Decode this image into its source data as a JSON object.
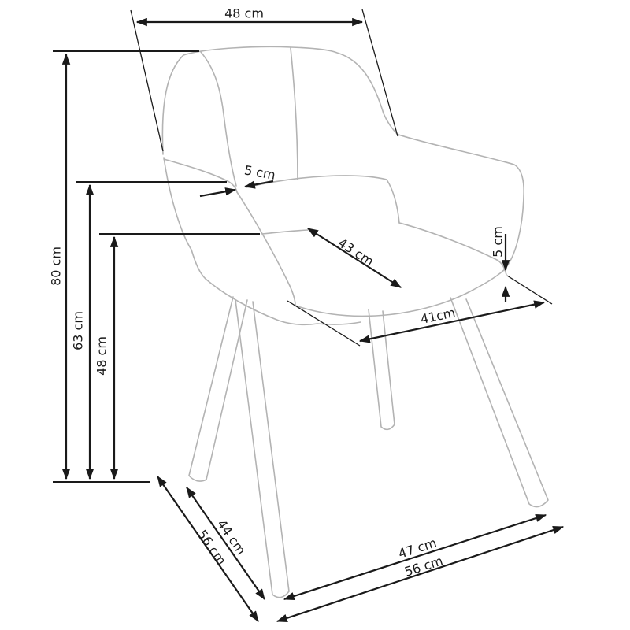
{
  "figure": {
    "kind": "armchair dimension diagram",
    "unit": "cm"
  },
  "colors": {
    "background": "#ffffff",
    "chair_outline": "#b3b3b3",
    "dimension_lines": "#1a1a1a"
  },
  "dimensions": {
    "backrest_width": {
      "label": "48 cm",
      "value": 48
    },
    "total_height": {
      "label": "80 cm",
      "value": 80
    },
    "armrest_height": {
      "label": "63 cm",
      "value": 63
    },
    "seat_height": {
      "label": "48 cm",
      "value": 48
    },
    "armrest_thickness": {
      "label": "5 cm",
      "value": 5
    },
    "seat_depth": {
      "label": "43 cm",
      "value": 43
    },
    "cushion_thickness": {
      "label": "5 cm",
      "value": 5
    },
    "seat_front_width": {
      "label": "41cm",
      "value": 41
    },
    "leg_span_depth": {
      "label": "44 cm",
      "value": 44
    },
    "overall_depth": {
      "label": "56 cm",
      "value": 56
    },
    "leg_span_width": {
      "label": "47 cm",
      "value": 47
    },
    "overall_width": {
      "label": "56 cm",
      "value": 56
    }
  }
}
